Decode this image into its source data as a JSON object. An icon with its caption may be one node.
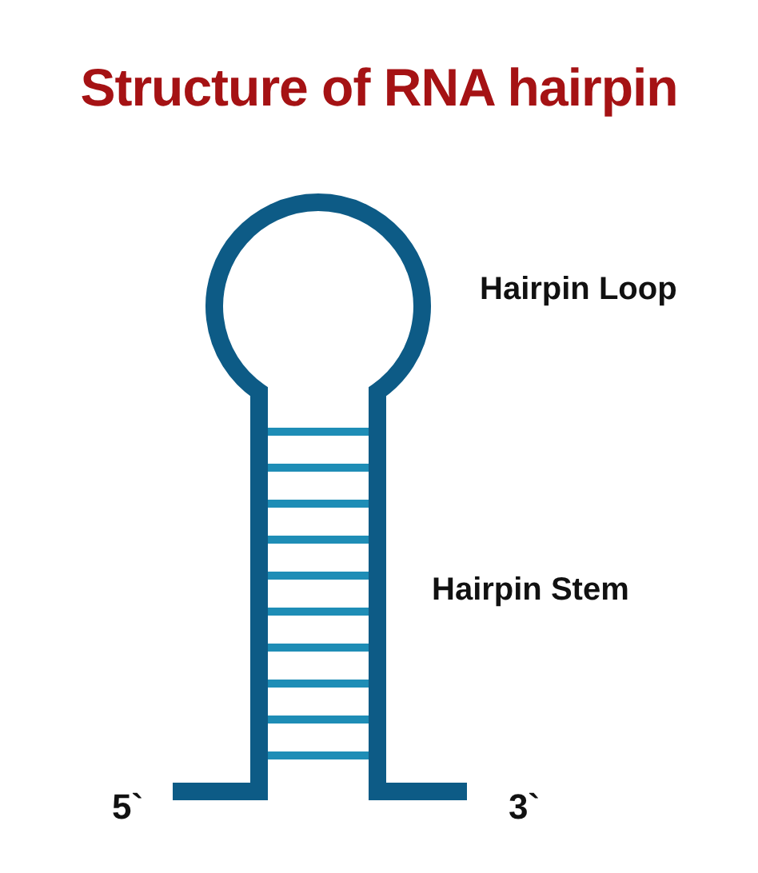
{
  "diagram": {
    "title": "Structure of RNA hairpin",
    "labels": [
      "Hairpin Loop",
      "Hairpin Stem",
      "5`",
      "3`"
    ]
  }
}
